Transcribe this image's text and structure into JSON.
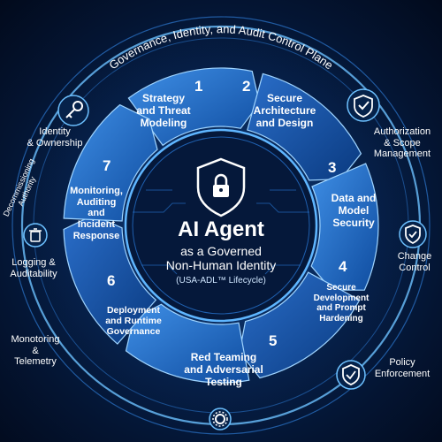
{
  "plane_title": "Governance, Identity, and Audit Control Plane",
  "center": {
    "title": "AI Agent",
    "subtitle_line1": "as a Governed",
    "subtitle_line2": "Non-Human Identity",
    "caption": "(USA-ADL™ Lifecycle)",
    "icon": "shield-lock-icon"
  },
  "phases": [
    {
      "number": "1",
      "line1": "Strategy",
      "line2": "and Threat",
      "line3": "Modeling"
    },
    {
      "number": "2",
      "line1": "Secure",
      "line2": "Architecture",
      "line3": "and Design"
    },
    {
      "number": "3",
      "line1": "Data and",
      "line2": "Model",
      "line3": "Security"
    },
    {
      "number": "4",
      "line1": "Secure",
      "line2": "Development",
      "line3": "and Prompt",
      "line4": "Hardening"
    },
    {
      "number": "5",
      "line1": "Red Teaming",
      "line2": "and Adversarial",
      "line3": "Testing"
    },
    {
      "number": "6",
      "line1": "Deployment",
      "line2": "and Runtime",
      "line3": "Governance"
    },
    {
      "number": "7",
      "line1": "Monitoring,",
      "line2": "Auditing",
      "line3": "and",
      "line4": "Incident",
      "line5": "Response"
    }
  ],
  "controls": [
    {
      "line1": "Identity",
      "line2": "& Ownership",
      "icon": "key-icon"
    },
    {
      "line1": "Authorization",
      "line2": "& Scope",
      "line3": "Management",
      "icon": "checkmark-shield-icon"
    },
    {
      "line1": "Change",
      "line2": "Control",
      "icon": "shield-check-icon"
    },
    {
      "line1": "Policy",
      "line2": "Enforcement",
      "icon": "shield-check-icon"
    },
    {
      "line1": "Decommissioning",
      "line2": "Authority",
      "icon": "trash-icon"
    },
    {
      "line1": "Logging &",
      "line2": "Auditability"
    },
    {
      "line1": "Monotoring",
      "line2": "&",
      "line3": "Telemetry"
    }
  ],
  "colors": {
    "segment_dark": "#0e4a9c",
    "segment_light": "#2f7fd8",
    "ring": "#5fb6ff",
    "background": "#041533"
  }
}
